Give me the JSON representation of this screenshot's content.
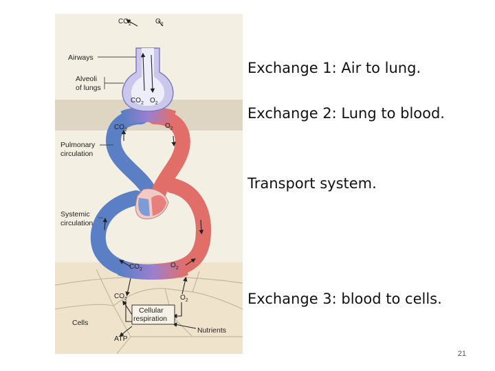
{
  "statements": {
    "exchange1": "Exchange 1: Air to lung.",
    "exchange2": "Exchange 2: Lung to blood.",
    "transport": "Transport system.",
    "exchange3": "Exchange 3: blood to cells."
  },
  "page_number": "21",
  "figure": {
    "labels": {
      "airways": "Airways",
      "alveoli_line1": "Alveoli",
      "alveoli_line2": "of lungs",
      "pulmonary_line1": "Pulmonary",
      "pulmonary_line2": "circulation",
      "systemic_line1": "Systemic",
      "systemic_line2": "circulation",
      "cells": "Cells",
      "atp": "ATP",
      "nutrients": "Nutrients",
      "cellular_line1": "Cellular",
      "cellular_line2": "respiration"
    },
    "gases": {
      "co2_main": "CO",
      "o2_main": "O",
      "sub2": "2"
    },
    "colors": {
      "panel": "#ece3cf",
      "band": "#ddd3bc",
      "deoxygenated": "#5b7fc4",
      "oxygenated": "#e26e6a",
      "airway": "#c9c8ec",
      "cell_line": "#c5b79a"
    }
  }
}
